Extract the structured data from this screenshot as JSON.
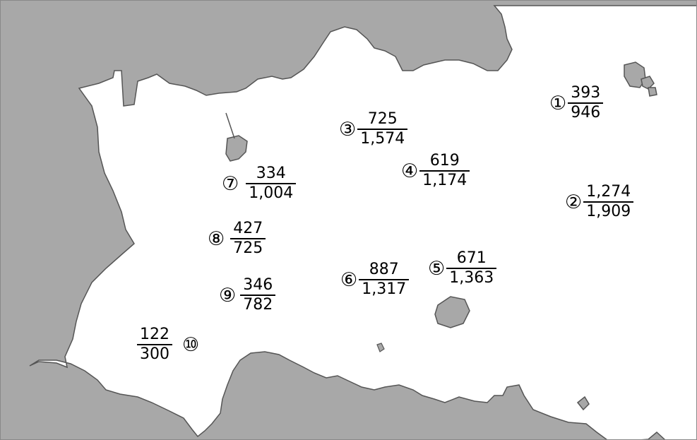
{
  "map": {
    "colors": {
      "sea": "#a8a8a8",
      "land": "#ffffff",
      "outline": "#555555",
      "text": "#000000"
    },
    "areas": [
      {
        "id": "1",
        "marker": "①",
        "numerator": "393",
        "denominator": "946"
      },
      {
        "id": "2",
        "marker": "②",
        "numerator": "1,274",
        "denominator": "1,909"
      },
      {
        "id": "3",
        "marker": "③",
        "numerator": "725",
        "denominator": "1,574"
      },
      {
        "id": "4",
        "marker": "④",
        "numerator": "619",
        "denominator": "1,174"
      },
      {
        "id": "5",
        "marker": "⑤",
        "numerator": "671",
        "denominator": "1,363"
      },
      {
        "id": "6",
        "marker": "⑥",
        "numerator": "887",
        "denominator": "1,317"
      },
      {
        "id": "7",
        "marker": "⑦",
        "numerator": "334",
        "denominator": "1,004"
      },
      {
        "id": "8",
        "marker": "⑧",
        "numerator": "427",
        "denominator": "725"
      },
      {
        "id": "9",
        "marker": "⑨",
        "numerator": "346",
        "denominator": "782"
      },
      {
        "id": "10",
        "marker": "⑩",
        "numerator": "122",
        "denominator": "300"
      }
    ]
  }
}
